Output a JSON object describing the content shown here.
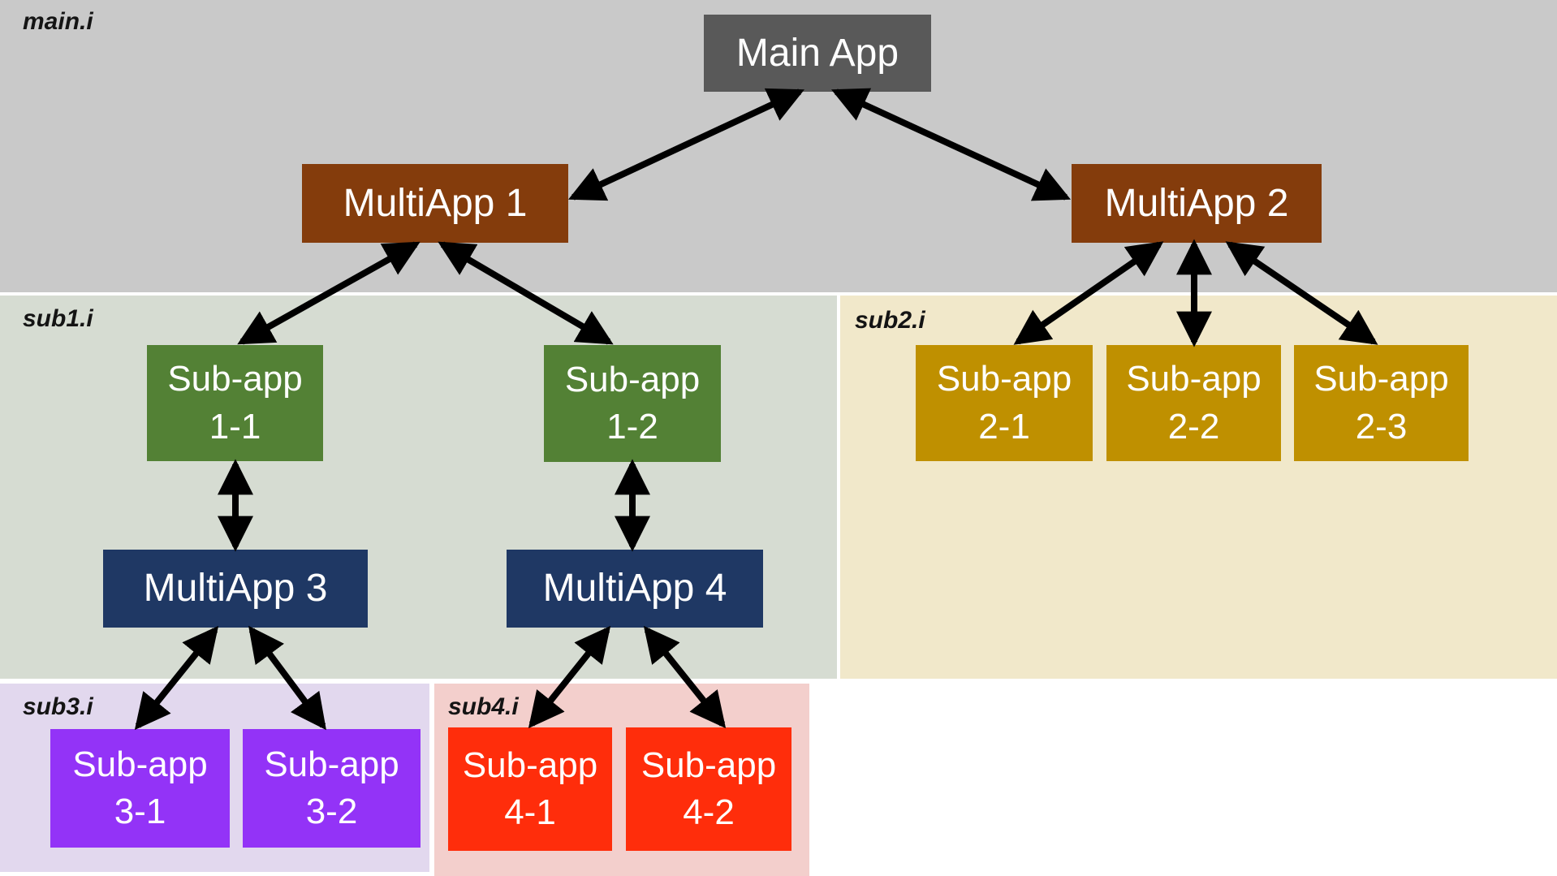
{
  "regions": [
    {
      "id": "main",
      "label": "main.i",
      "color": "#c9c9c9"
    },
    {
      "id": "sub1",
      "label": "sub1.i",
      "color": "#d6dcd2"
    },
    {
      "id": "sub2",
      "label": "sub2.i",
      "color": "#f1e8ca"
    },
    {
      "id": "sub3",
      "label": "sub3.i",
      "color": "#e2d8ee"
    },
    {
      "id": "sub4",
      "label": "sub4.i",
      "color": "#f3cfcc"
    }
  ],
  "nodes": {
    "main_app": {
      "label": "Main App",
      "color": "#595959",
      "region": "main"
    },
    "multiapp1": {
      "label": "MultiApp 1",
      "color": "#843c0c",
      "region": "main"
    },
    "multiapp2": {
      "label": "MultiApp 2",
      "color": "#843c0c",
      "region": "main"
    },
    "sub11": {
      "line1": "Sub-app",
      "line2": "1-1",
      "color": "#538135",
      "region": "sub1"
    },
    "sub12": {
      "line1": "Sub-app",
      "line2": "1-2",
      "color": "#538135",
      "region": "sub1"
    },
    "sub21": {
      "line1": "Sub-app",
      "line2": "2-1",
      "color": "#bf9000",
      "region": "sub2"
    },
    "sub22": {
      "line1": "Sub-app",
      "line2": "2-2",
      "color": "#bf9000",
      "region": "sub2"
    },
    "sub23": {
      "line1": "Sub-app",
      "line2": "2-3",
      "color": "#bf9000",
      "region": "sub2"
    },
    "multiapp3": {
      "label": "MultiApp 3",
      "color": "#1f3864",
      "region": "sub1"
    },
    "multiapp4": {
      "label": "MultiApp 4",
      "color": "#1f3864",
      "region": "sub1"
    },
    "sub31": {
      "line1": "Sub-app",
      "line2": "3-1",
      "color": "#9333f7",
      "region": "sub3"
    },
    "sub32": {
      "line1": "Sub-app",
      "line2": "3-2",
      "color": "#9333f7",
      "region": "sub3"
    },
    "sub41": {
      "line1": "Sub-app",
      "line2": "4-1",
      "color": "#ff2d0b",
      "region": "sub4"
    },
    "sub42": {
      "line1": "Sub-app",
      "line2": "4-2",
      "color": "#ff2d0b",
      "region": "sub4"
    }
  },
  "connections": [
    {
      "from": "Main App",
      "to": "MultiApp 1",
      "type": "bidirectional"
    },
    {
      "from": "Main App",
      "to": "MultiApp 2",
      "type": "bidirectional"
    },
    {
      "from": "MultiApp 1",
      "to": "Sub-app 1-1",
      "type": "bidirectional"
    },
    {
      "from": "MultiApp 1",
      "to": "Sub-app 1-2",
      "type": "bidirectional"
    },
    {
      "from": "MultiApp 2",
      "to": "Sub-app 2-1",
      "type": "bidirectional"
    },
    {
      "from": "MultiApp 2",
      "to": "Sub-app 2-2",
      "type": "bidirectional"
    },
    {
      "from": "MultiApp 2",
      "to": "Sub-app 2-3",
      "type": "bidirectional"
    },
    {
      "from": "Sub-app 1-1",
      "to": "MultiApp 3",
      "type": "bidirectional"
    },
    {
      "from": "Sub-app 1-2",
      "to": "MultiApp 4",
      "type": "bidirectional"
    },
    {
      "from": "MultiApp 3",
      "to": "Sub-app 3-1",
      "type": "bidirectional"
    },
    {
      "from": "MultiApp 3",
      "to": "Sub-app 3-2",
      "type": "bidirectional"
    },
    {
      "from": "MultiApp 4",
      "to": "Sub-app 4-1",
      "type": "bidirectional"
    },
    {
      "from": "MultiApp 4",
      "to": "Sub-app 4-2",
      "type": "bidirectional"
    }
  ],
  "arrow_color": "#000000"
}
